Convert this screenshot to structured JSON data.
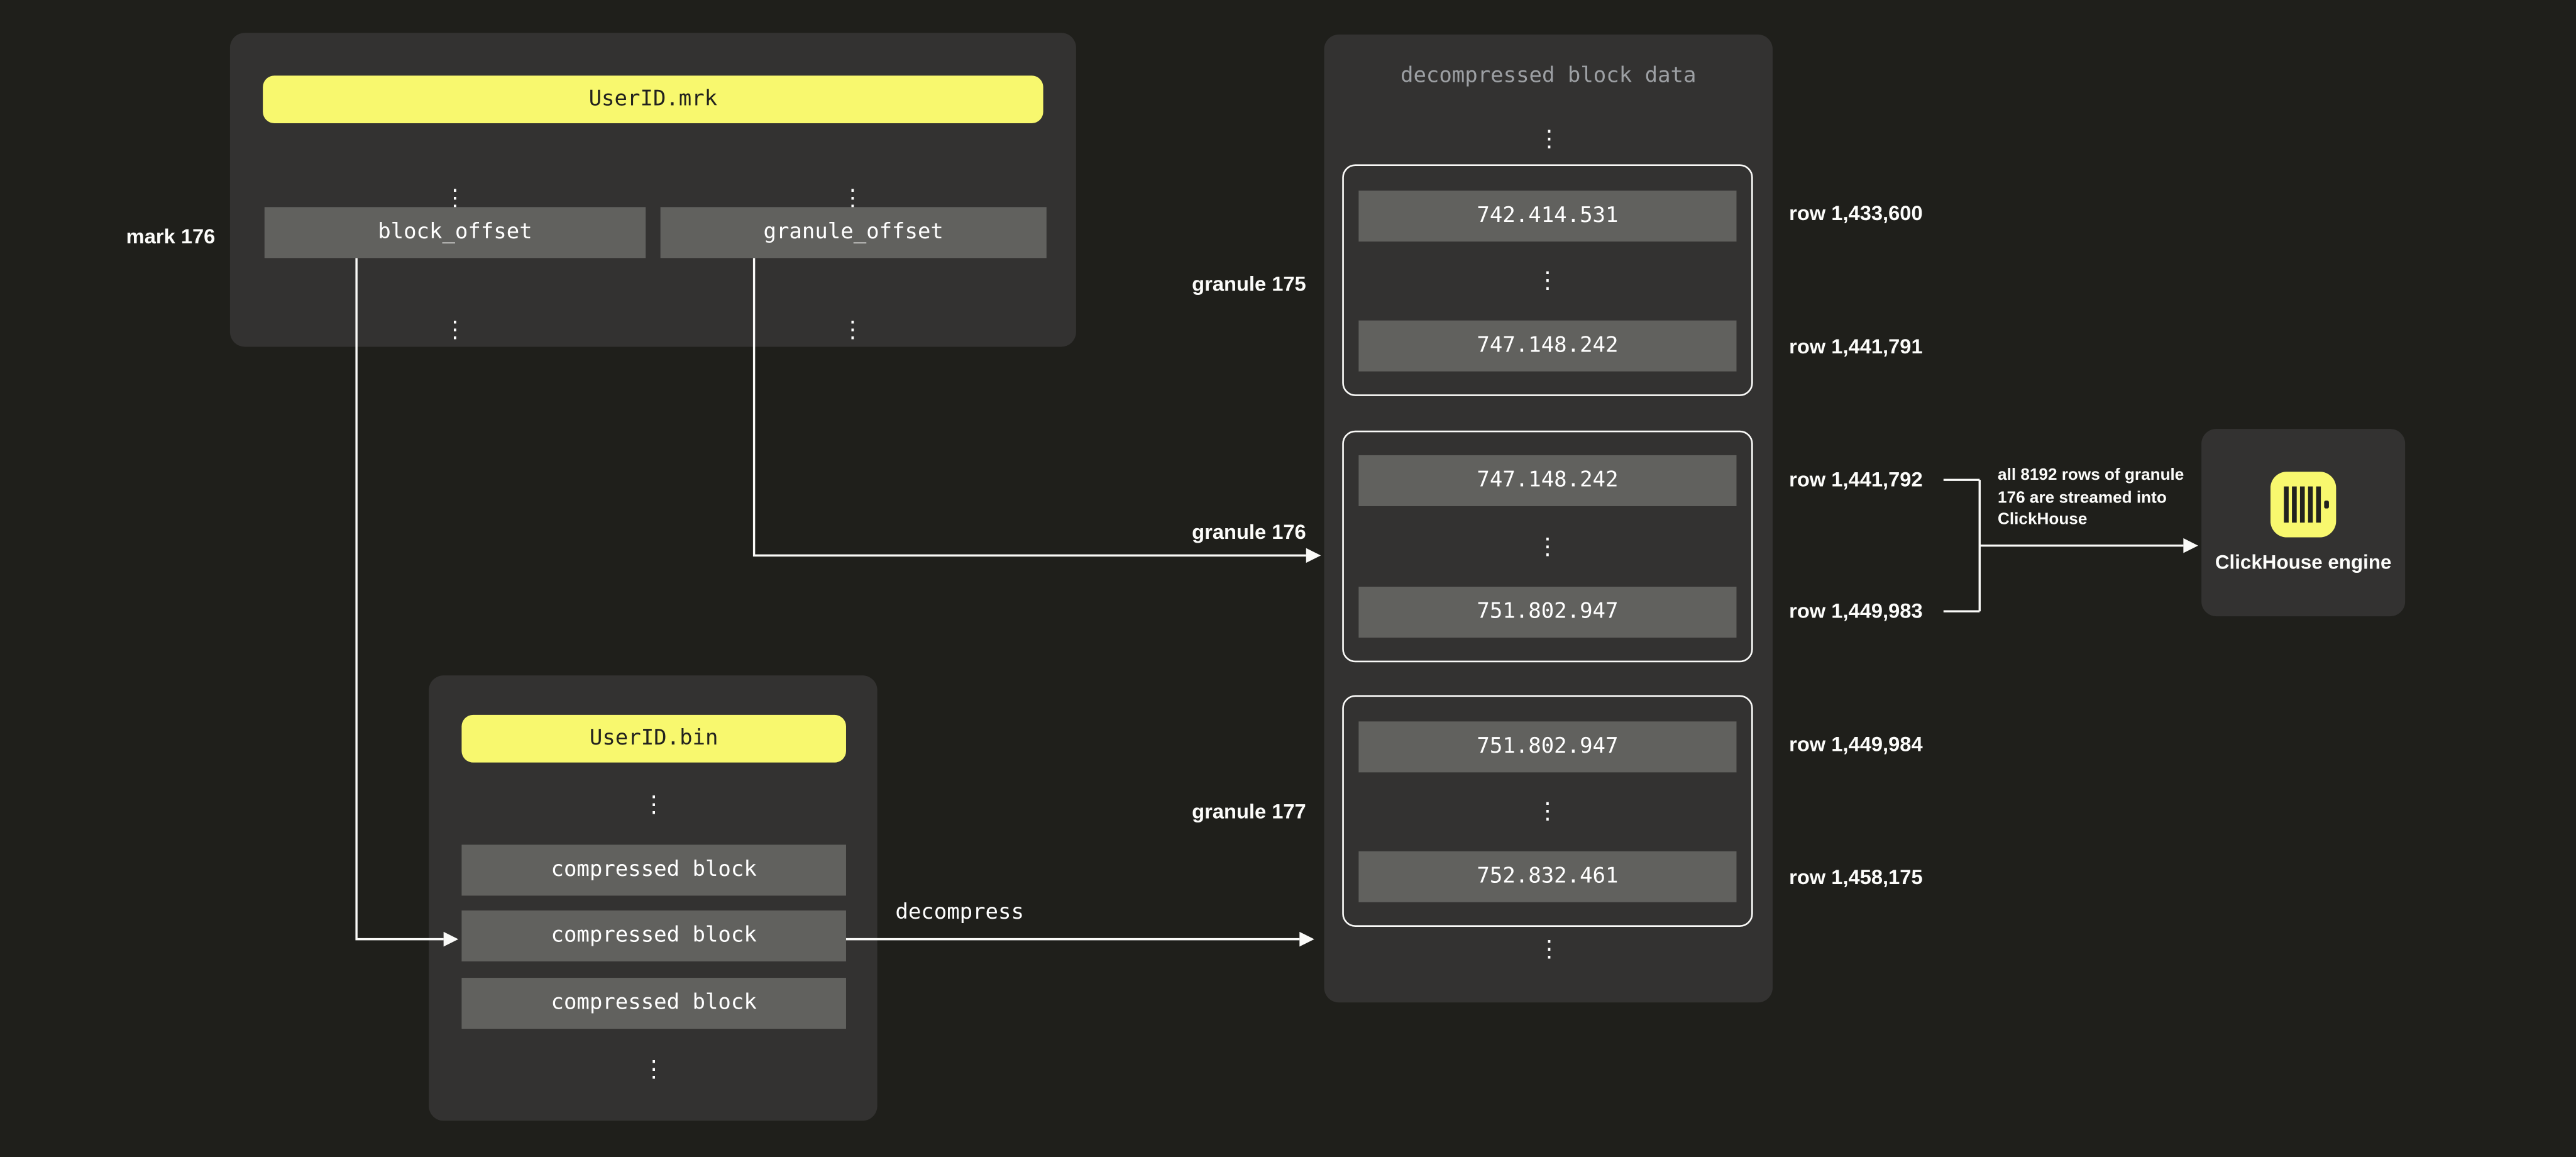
{
  "ellipsis": "⋮",
  "mrk": {
    "title": "UserID.mrk",
    "mark_label": "mark 176",
    "fields": {
      "block_offset": "block_offset",
      "granule_offset": "granule_offset"
    }
  },
  "bin": {
    "title": "UserID.bin",
    "blocks": [
      "compressed block",
      "compressed block",
      "compressed block"
    ]
  },
  "decompress_label": "decompress",
  "panel": {
    "title": "decompressed block data",
    "granules": [
      {
        "label": "granule 175",
        "first_value": "742.414.531",
        "last_value": "747.148.242",
        "first_row": "row 1,433,600",
        "last_row": "row 1,441,791"
      },
      {
        "label": "granule 176",
        "first_value": "747.148.242",
        "last_value": "751.802.947",
        "first_row": "row 1,441,792",
        "last_row": "row 1,449,983"
      },
      {
        "label": "granule 177",
        "first_value": "751.802.947",
        "last_value": "752.832.461",
        "first_row": "row 1,449,984",
        "last_row": "row 1,458,175"
      }
    ]
  },
  "annotation": {
    "lines": [
      "all 8192 rows of granule",
      "176 are streamed into",
      "ClickHouse"
    ]
  },
  "engine": {
    "label": "ClickHouse engine"
  },
  "colors": {
    "background": "#1F1F1B",
    "panel": "#333231",
    "box": "#61615E",
    "accent_yellow": "#F8F86E",
    "text_light": "#FFFFFF",
    "text_muted": "#9DA0A4"
  }
}
